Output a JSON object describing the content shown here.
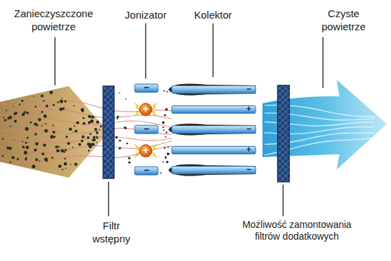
{
  "diagram": {
    "labels": [
      "Zanieczyszczone powietrze",
      "Jonizator",
      "Kolektor",
      "Czyste powietrze",
      "Filtr wstępny",
      "Możliwość zamontowania filtrów dodatkowych",
      "−",
      "−",
      "+",
      "+",
      "−",
      "−",
      "+",
      "+",
      "−",
      "−"
    ]
  }
}
